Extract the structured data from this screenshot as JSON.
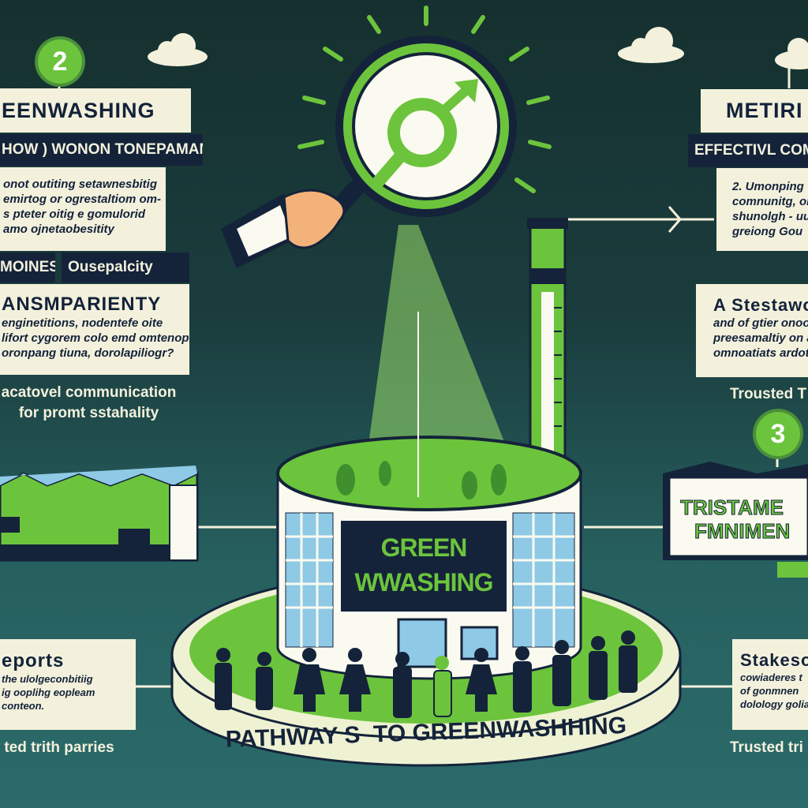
{
  "colors": {
    "accent": "#6cc43c",
    "dark": "#14233a",
    "cream": "#f3f1dc",
    "background": "#1b3d3e"
  },
  "left": {
    "badge": "2",
    "title": "EENWASHING",
    "subtitle": "HOW ) WONON TONEPAMANT",
    "box1_lines": [
      "onot outiting setawnesbitig",
      "emirtog or ogrestaltiom om-",
      "s pteter oitig e gomulorid",
      "amo ojnetaobesitity"
    ],
    "tag1": "MOINES",
    "tag2": "Ousepalcity",
    "box2_title": "ANSMPARIENTY",
    "box2_lines": [
      "enginetitions, nodentefe oite",
      "lifort cygorem colo emd omtenop",
      "oronpang tiuna, dorolapiliogr?"
    ],
    "caption_lines": [
      "acatovel communication",
      "for promt sstahality"
    ],
    "bottom_title": "eports",
    "bottom_lines": [
      "the ulolgeconbitiig",
      "ig ooplihg eopleam",
      "conteon."
    ],
    "bottom_caption": "ted trith parries"
  },
  "right": {
    "title": "METIRI",
    "subtitle": "EFFECTIVL COMM",
    "box1_lines": [
      "2. Umonping",
      "comnunitg, on",
      "shunolgh - uur",
      "greiong Gou"
    ],
    "box2_title": "A Stestawom",
    "box2_lines": [
      "and of gtier onoor",
      "preesamaltiy on a",
      "omnoatiats ardotle"
    ],
    "caption": "Trousted T",
    "badge": "3",
    "factory_sign": [
      "TRISTAME",
      "FMNIMEN"
    ],
    "bottom_title": "Stakesod",
    "bottom_lines": [
      "cowiaderes t",
      "of gonmnen",
      "dolology goliar"
    ],
    "bottom_caption": "Trusted tri"
  },
  "center": {
    "sign": [
      "GREEN",
      "WWASHING"
    ],
    "banner": "PATHWAY S  TO GREENWASHHING"
  }
}
